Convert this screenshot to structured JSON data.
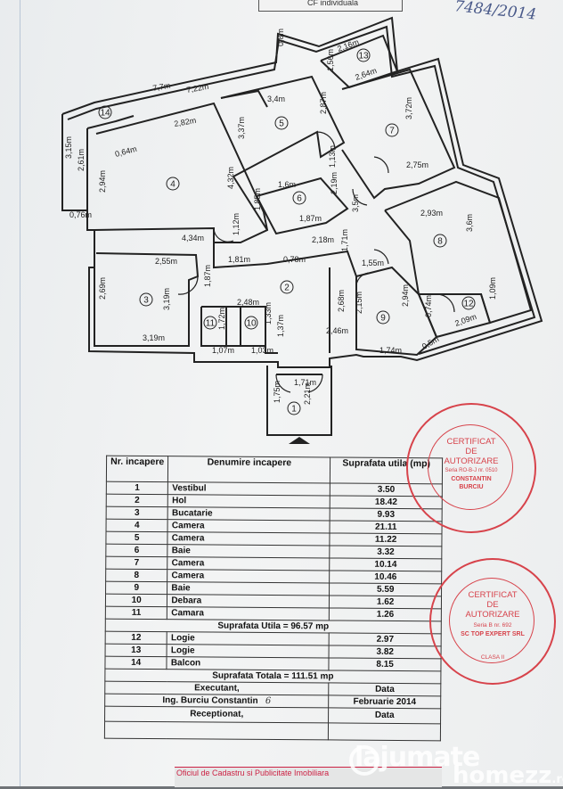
{
  "header": {
    "cf_text": "CF individuala",
    "handwritten_ref": "7484/2014"
  },
  "plan": {
    "rooms": [
      {
        "num": "1"
      },
      {
        "num": "2"
      },
      {
        "num": "3"
      },
      {
        "num": "4"
      },
      {
        "num": "5"
      },
      {
        "num": "6"
      },
      {
        "num": "7"
      },
      {
        "num": "8"
      },
      {
        "num": "9"
      },
      {
        "num": "10"
      },
      {
        "num": "11"
      },
      {
        "num": "12"
      },
      {
        "num": "13"
      },
      {
        "num": "14"
      }
    ],
    "dimensions": [
      "0,8m",
      "2,16m",
      "7,7m",
      "7,22m",
      "1,56m",
      "2,64m",
      "3,4m",
      "2,82m",
      "2,87m",
      "3,72m",
      "0,64m",
      "3,37m",
      "3,15m",
      "2,61m",
      "4,32m",
      "1,13m",
      "2,75m",
      "2,94m",
      "1,6m",
      "1,85m",
      "2,19m",
      "3,5m",
      "2,93m",
      "0,76m",
      "1,87m",
      "4,34m",
      "1,12m",
      "2,18m",
      "3,6m",
      "1,71m",
      "0,78m",
      "1,81m",
      "2,55m",
      "1,55m",
      "1,87m",
      "2,69m",
      "3,19m",
      "2,15m",
      "2,94m",
      "1,09m",
      "2,48m",
      "2,68m",
      "1,37m",
      "2,46m",
      "1,72m",
      "1,33m",
      "3,19m",
      "0,74m",
      "2,09m",
      "1,07m",
      "1,03m",
      "1,74m",
      "0,5m",
      "1,71m",
      "1,75m",
      "2,21m"
    ]
  },
  "table": {
    "headers": {
      "nr": "Nr. incapere",
      "denumire": "Denumire incapere",
      "suprafata": "Suprafata utila (mp)"
    },
    "rows": [
      {
        "nr": "1",
        "name": "Vestibul",
        "area": "3.50"
      },
      {
        "nr": "2",
        "name": "Hol",
        "area": "18.42"
      },
      {
        "nr": "3",
        "name": "Bucatarie",
        "area": "9.93"
      },
      {
        "nr": "4",
        "name": "Camera",
        "area": "21.11"
      },
      {
        "nr": "5",
        "name": "Camera",
        "area": "11.22"
      },
      {
        "nr": "6",
        "name": "Baie",
        "area": "3.32"
      },
      {
        "nr": "7",
        "name": "Camera",
        "area": "10.14"
      },
      {
        "nr": "8",
        "name": "Camera",
        "area": "10.46"
      },
      {
        "nr": "9",
        "name": "Baie",
        "area": "5.59"
      },
      {
        "nr": "10",
        "name": "Debara",
        "area": "1.62"
      },
      {
        "nr": "11",
        "name": "Camara",
        "area": "1.26"
      }
    ],
    "suprafata_utila": "Suprafata Utila = 96.57 mp",
    "rows2": [
      {
        "nr": "12",
        "name": "Logie",
        "area": "2.97"
      },
      {
        "nr": "13",
        "name": "Logie",
        "area": "3.82"
      },
      {
        "nr": "14",
        "name": "Balcon",
        "area": "8.15"
      }
    ],
    "suprafata_totala": "Suprafata Totala   =   111.51 mp",
    "executant_label": "Executant,",
    "data_label": "Data",
    "executant_name": "Ing. Burciu Constantin",
    "signature": "6",
    "date_value": "Februarie 2014",
    "receptionat_label": "Receptionat,",
    "data_label2": "Data"
  },
  "stamps": {
    "stamp1": {
      "line1": "CERTIFICAT",
      "line2": "DE",
      "line3": "AUTORIZARE",
      "series": "Seria RO-B-J nr. 0510",
      "name": "CONSTANTIN",
      "name2": "BURCIU"
    },
    "stamp2": {
      "line1": "CERTIFICAT",
      "line2": "DE",
      "line3": "AUTORIZARE",
      "series": "Seria B nr. 692",
      "name": "SC TOP EXPERT SRL",
      "clasa": "CLASA II"
    }
  },
  "footer": {
    "office_text": "Oficiul de Cadastru si Publicitate Imobiliara"
  },
  "watermark": {
    "brand": "lajumate",
    "brand2": "homezz",
    "tld": ".ro"
  },
  "colors": {
    "stamp": "#d7434b",
    "ink": "#222222"
  }
}
